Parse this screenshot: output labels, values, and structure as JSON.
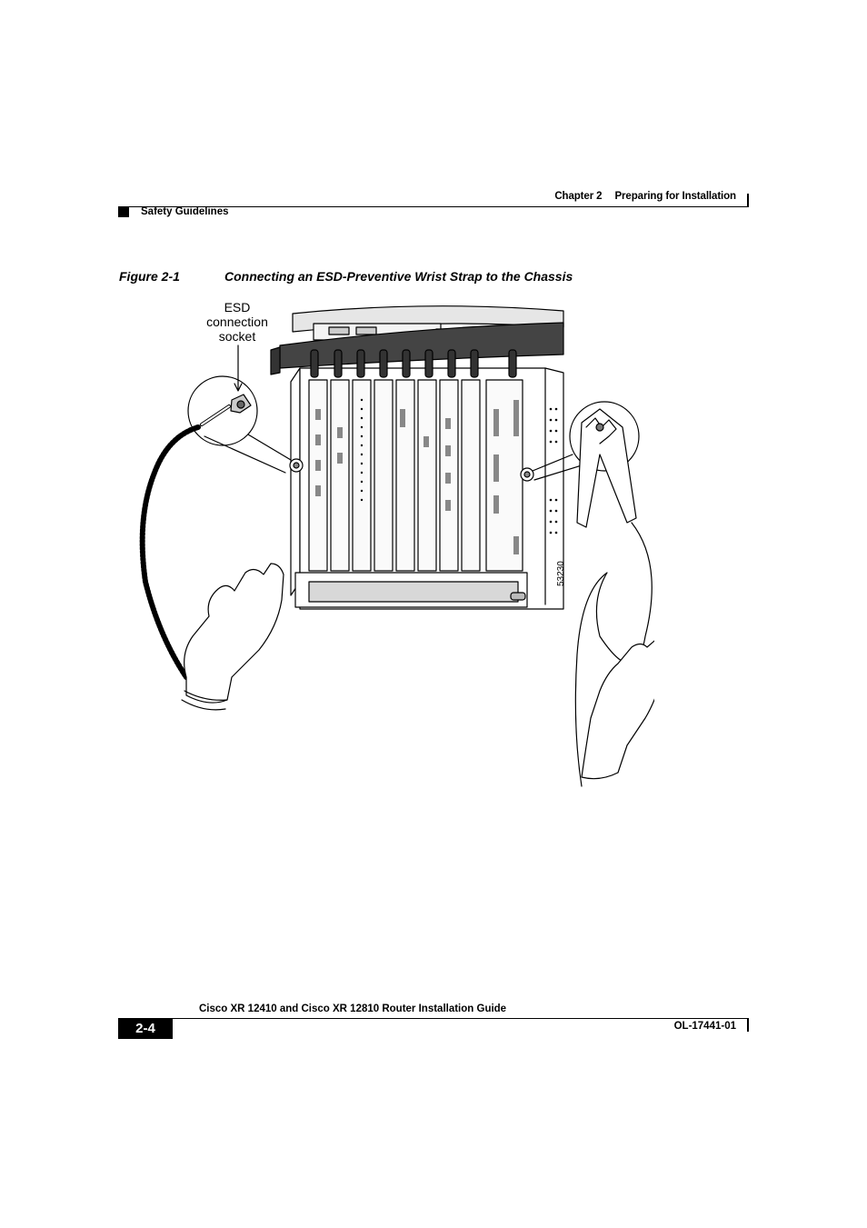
{
  "header": {
    "chapter_label": "Chapter 2",
    "chapter_title": "Preparing for Installation",
    "section": "Safety Guidelines"
  },
  "figure": {
    "label": "Figure 2-1",
    "title": "Connecting an ESD-Preventive Wrist Strap to the Chassis",
    "callout_line1": "ESD",
    "callout_line2": "connection",
    "callout_line3": "socket",
    "number": "53230"
  },
  "footer": {
    "guide_title": "Cisco XR 12410 and Cisco XR 12810 Router Installation Guide",
    "page_number": "2-4",
    "doc_number": "OL-17441-01"
  }
}
